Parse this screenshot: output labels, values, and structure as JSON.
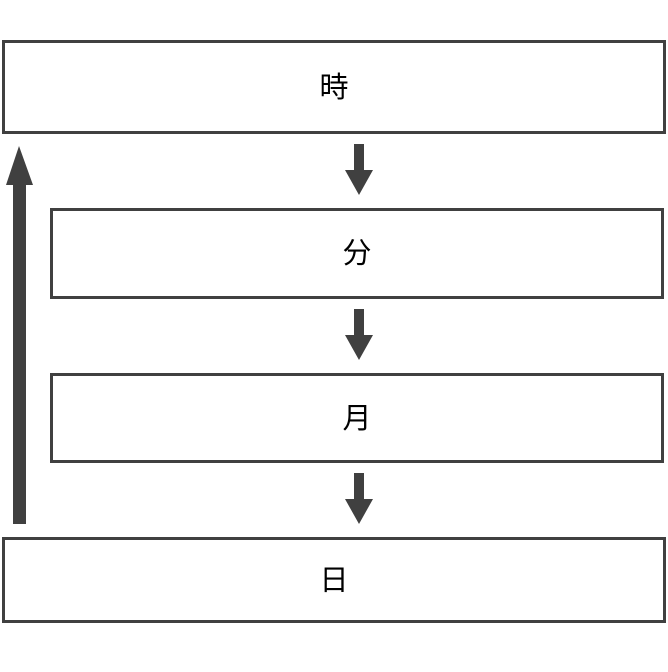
{
  "diagram": {
    "title": "",
    "type": "vertical-flowchart-with-feedback-loop",
    "colors": {
      "border": "#404040",
      "arrow": "#404040",
      "text": "#000000",
      "background": "#ffffff"
    },
    "nodes": [
      {
        "id": "hour",
        "label": "時",
        "name": "node-hour",
        "indent": "full"
      },
      {
        "id": "minute",
        "label": "分",
        "name": "node-minute",
        "indent": "inset"
      },
      {
        "id": "month",
        "label": "月",
        "name": "node-month",
        "indent": "inset"
      },
      {
        "id": "day",
        "label": "日",
        "name": "node-day",
        "indent": "full"
      }
    ],
    "connectors": [
      {
        "id": "a1",
        "from": "hour",
        "to": "minute",
        "direction": "down",
        "icon": "arrow-down-icon"
      },
      {
        "id": "a2",
        "from": "minute",
        "to": "month",
        "direction": "down",
        "icon": "arrow-down-icon"
      },
      {
        "id": "a3",
        "from": "month",
        "to": "day",
        "direction": "down",
        "icon": "arrow-down-icon"
      },
      {
        "id": "loop",
        "from": "day",
        "to": "hour",
        "direction": "up",
        "icon": "arrow-up-icon"
      }
    ]
  }
}
